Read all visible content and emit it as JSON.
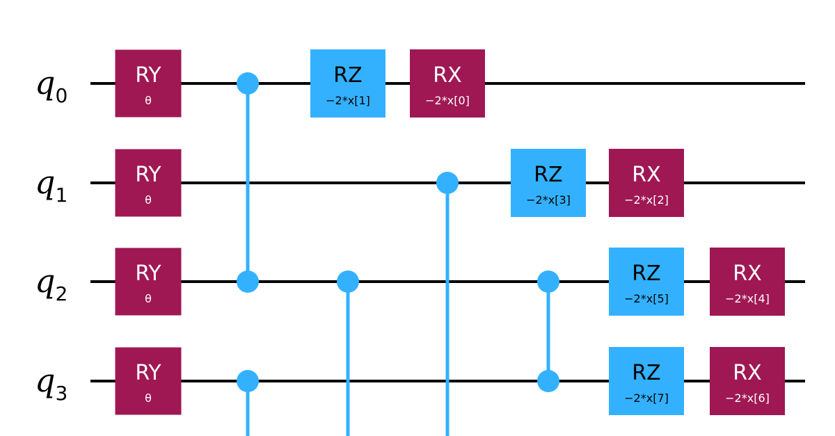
{
  "colors": {
    "wire": "#000000",
    "rotation_gate": "#9F1853",
    "rz_gate": "#33B1FF",
    "control": "#33B1FF"
  },
  "qubits": [
    {
      "base": "q",
      "index": "0"
    },
    {
      "base": "q",
      "index": "1"
    },
    {
      "base": "q",
      "index": "2"
    },
    {
      "base": "q",
      "index": "3"
    }
  ],
  "gates": [
    {
      "name": "RY",
      "param": "θ",
      "qubit": 0,
      "column": 0,
      "color": "#9F1853"
    },
    {
      "name": "RY",
      "param": "θ",
      "qubit": 1,
      "column": 0,
      "color": "#9F1853"
    },
    {
      "name": "RY",
      "param": "θ",
      "qubit": 2,
      "column": 0,
      "color": "#9F1853"
    },
    {
      "name": "RY",
      "param": "θ",
      "qubit": 3,
      "column": 0,
      "color": "#9F1853"
    },
    {
      "name": "RZ",
      "param": "−2*x[1]",
      "qubit": 0,
      "column": 2,
      "color": "#33B1FF"
    },
    {
      "name": "RX",
      "param": "−2*x[0]",
      "qubit": 0,
      "column": 3,
      "color": "#9F1853"
    },
    {
      "name": "RZ",
      "param": "−2*x[3]",
      "qubit": 1,
      "column": 5,
      "color": "#33B1FF"
    },
    {
      "name": "RX",
      "param": "−2*x[2]",
      "qubit": 1,
      "column": 6,
      "color": "#9F1853"
    },
    {
      "name": "RZ",
      "param": "−2*x[5]",
      "qubit": 2,
      "column": 6,
      "color": "#33B1FF"
    },
    {
      "name": "RX",
      "param": "−2*x[4]",
      "qubit": 2,
      "column": 7,
      "color": "#9F1853"
    },
    {
      "name": "RZ",
      "param": "−2*x[7]",
      "qubit": 3,
      "column": 6,
      "color": "#33B1FF"
    },
    {
      "name": "RX",
      "param": "−2*x[6]",
      "qubit": 3,
      "column": 7,
      "color": "#9F1853"
    }
  ],
  "controlled_z": [
    {
      "column": 1,
      "qubits": [
        0,
        2
      ]
    },
    {
      "column": 1,
      "qubits": [
        3
      ],
      "continues_below": true
    },
    {
      "column": 2,
      "qubits": [
        2
      ],
      "continues_below": true
    },
    {
      "column": 4,
      "qubits": [
        1
      ],
      "continues_below": true
    },
    {
      "column": 5,
      "qubits": [
        2,
        3
      ]
    }
  ]
}
